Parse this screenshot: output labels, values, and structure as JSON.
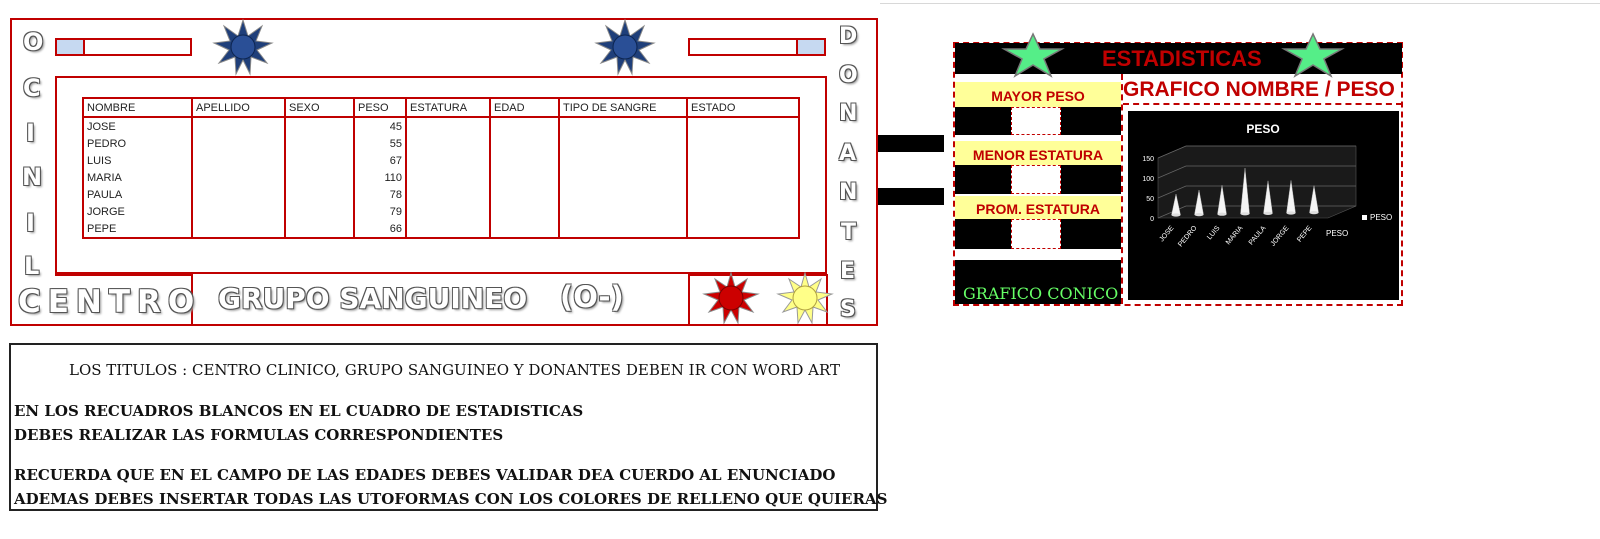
{
  "sheet": {
    "left_letters": [
      "O",
      "C",
      "I",
      "N",
      "I",
      "L"
    ],
    "centro": "CENTRO",
    "right_letters": [
      "D",
      "O",
      "N",
      "A",
      "N",
      "T",
      "E",
      "S"
    ],
    "grupo": "GRUPO SANGUINEO",
    "tipo": "(O-)",
    "table": {
      "headers": [
        "NOMBRE",
        "APELLIDO",
        "SEXO",
        "PESO",
        "ESTATURA",
        "EDAD",
        "TIPO DE SANGRE",
        "ESTADO"
      ],
      "rows": [
        {
          "nombre": "JOSE",
          "peso": "45"
        },
        {
          "nombre": "PEDRO",
          "peso": "55"
        },
        {
          "nombre": "LUIS",
          "peso": "67"
        },
        {
          "nombre": "MARIA",
          "peso": "110"
        },
        {
          "nombre": "PAULA",
          "peso": "78"
        },
        {
          "nombre": "JORGE",
          "peso": "79"
        },
        {
          "nombre": "PEPE",
          "peso": "66"
        }
      ]
    }
  },
  "colors": {
    "red": "#c00000",
    "yellow_fill": "#ffff99",
    "green_text": "#66ff66",
    "star_green": "#55ee88",
    "sun_blue": "#1f3f7a",
    "sun_red": "#cc0000",
    "sun_yellow": "#ffff88"
  },
  "stats": {
    "title": "ESTADISTICAS",
    "mayor_peso": "MAYOR PESO",
    "menor_estatura": "MENOR ESTATURA",
    "prom_estatura": "PROM. ESTATURA",
    "grafico_conico": "GRAFICO CONICO",
    "grafico_title": "GRAFICO NOMBRE / PESO"
  },
  "chart_data": {
    "type": "bar",
    "title": "PESO",
    "categories": [
      "JOSE",
      "PEDRO",
      "LUIS",
      "MARIA",
      "PAULA",
      "JORGE",
      "PEPE"
    ],
    "series": [
      {
        "name": "PESO",
        "values": [
          45,
          55,
          67,
          110,
          78,
          79,
          66
        ]
      }
    ],
    "ylim": [
      0,
      150
    ],
    "yticks": [
      "0",
      "50",
      "100",
      "150"
    ],
    "legend": "right",
    "grid": true
  },
  "instructions": {
    "line1": "LOS TITULOS : CENTRO CLINICO, GRUPO SANGUINEO Y DONANTES DEBEN IR CON WORD ART",
    "line2": "EN LOS RECUADROS BLANCOS EN EL CUADRO DE ESTADISTICAS",
    "line3": "DEBES REALIZAR LAS FORMULAS CORRESPONDIENTES",
    "line4": "RECUERDA QUE EN EL CAMPO DE LAS EDADES DEBES VALIDAR DEA CUERDO AL ENUNCIADO",
    "line5": "ADEMAS DEBES INSERTAR  TODAS LAS UTOFORMAS CON LOS COLORES DE RELLENO QUE QUIERAS"
  }
}
